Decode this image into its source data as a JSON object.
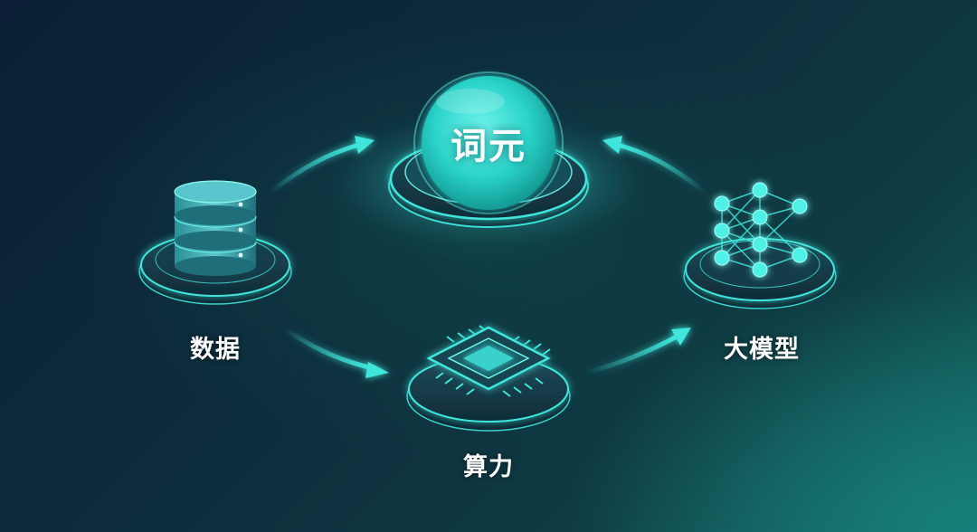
{
  "diagram": {
    "center": {
      "label": "词元",
      "icon": "glowing-sphere-icon"
    },
    "nodes": [
      {
        "id": "data",
        "label": "数据",
        "icon": "database-icon"
      },
      {
        "id": "compute",
        "label": "算力",
        "icon": "chip-icon"
      },
      {
        "id": "model",
        "label": "大模型",
        "icon": "neural-network-icon"
      }
    ],
    "flows": [
      {
        "from": "数据",
        "to": "词元"
      },
      {
        "from": "数据",
        "to": "算力"
      },
      {
        "from": "算力",
        "to": "大模型"
      },
      {
        "from": "大模型",
        "to": "词元"
      }
    ],
    "colors": {
      "accent": "#3fe6dc",
      "glow": "#2fd6cc",
      "background_dark": "#0b2036",
      "background_light": "#12655f",
      "text": "#ffffff"
    }
  }
}
